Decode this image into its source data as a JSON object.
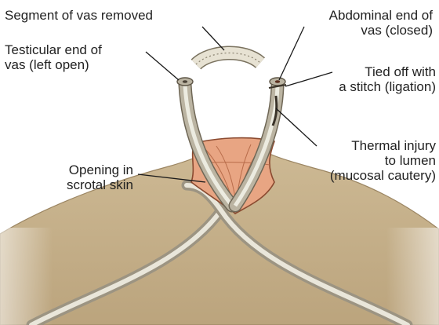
{
  "labels": {
    "segment_removed": [
      "Segment of vas removed"
    ],
    "testicular_end": [
      "Testicular end of",
      "vas (left open)"
    ],
    "opening_skin": [
      "Opening in",
      "scrotal skin"
    ],
    "abdominal_end": [
      "Abdominal end of",
      "vas (closed)"
    ],
    "ligation": [
      "Tied off with",
      "a stitch (ligation)"
    ],
    "thermal_injury": [
      "Thermal injury",
      "to lumen",
      "(mucosal cautery)"
    ]
  },
  "colors": {
    "skin": "#c8b48e",
    "skin_shadow": "#a8936d",
    "incision_flap": "#e6a07f",
    "incision_outline": "#8a4a30",
    "vas_tube": "#b7b09e",
    "vas_lumen": "#eceadf",
    "label_text": "#222222"
  }
}
